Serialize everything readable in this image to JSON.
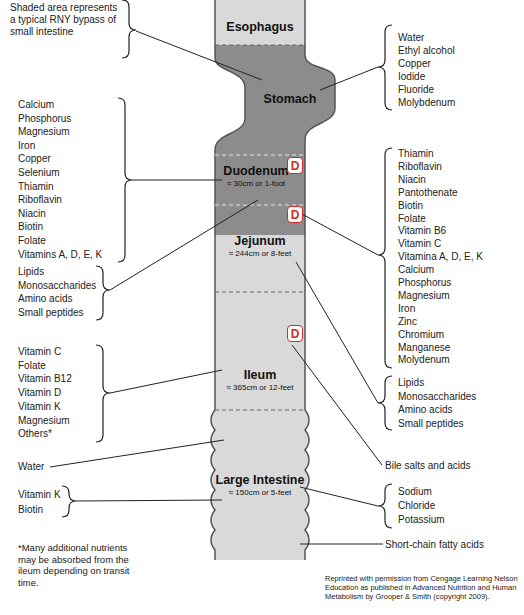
{
  "diagram": {
    "nodes": [
      {
        "text": [
          "Esophagus"
        ]
      },
      {
        "text": [
          "Stomach"
        ]
      },
      {
        "text": [
          "Duodenum",
          "≈ 30cm or 1-foot"
        ]
      },
      {
        "text": [
          "D"
        ],
        "in": 2
      },
      {
        "text": [
          "Jejunum",
          "≈ 244cm or 8-feet"
        ]
      },
      {
        "text": [
          "D"
        ],
        "in": 4
      },
      {
        "text": [
          "Ileum",
          "≈ 365cm or 12-feet"
        ]
      },
      {
        "text": [
          "D"
        ],
        "in": 6
      },
      {
        "text": [
          "Large Intestine",
          "≈ 150cm or 5-feet"
        ]
      }
    ],
    "labels": [
      "Shaded area represents a typical RNY bypass of small intestine",
      "Water",
      "Ethyl alcohol",
      "Copper",
      "Iodide",
      "Fluoride",
      "Molybdenum",
      "Calcium",
      "Phosphorus",
      "Magnesium",
      "Iron",
      "Copper",
      "Selenium",
      "Thiamin",
      "Riboflavin",
      "Niacin",
      "Biotin",
      "Folate",
      "Vitamins A, D, E, K",
      "Lipids",
      "Monosaccharides",
      "Amino acids",
      "Small peptides",
      "Thiamin",
      "Riboflavin",
      "Niacin",
      "Pantothenate",
      "Biotin",
      "Folate",
      "Vitamin B6",
      "Vitamin C",
      "Vitamina A, D, E, K",
      "Calcium",
      "Phosphorus",
      "Magnesium",
      "Iron",
      "Zinc",
      "Chromium",
      "Manganese",
      "Molydenum",
      "Lipids",
      "Monosaccharides",
      "Amino acids",
      "Small peptides",
      "Vitamin C",
      "Folate",
      "Vitamin B12",
      "Vitamin D",
      "Vitamin K",
      "Magnesium",
      "Others*",
      "Water",
      "Vitamin K",
      "Biotin",
      "Bile salts and acids",
      "Sodium",
      "Chloride",
      "Potassium",
      "Short-chain fatty acids",
      "*Many additional nutrients may be absorbed from the ileum depending on transit time.",
      "Reprinted with permission from Cengage Learning Nelson Education as published in Advanced Nutrition and Human Metabolism by Grooper & Smith (copyright 2009)."
    ]
  }
}
